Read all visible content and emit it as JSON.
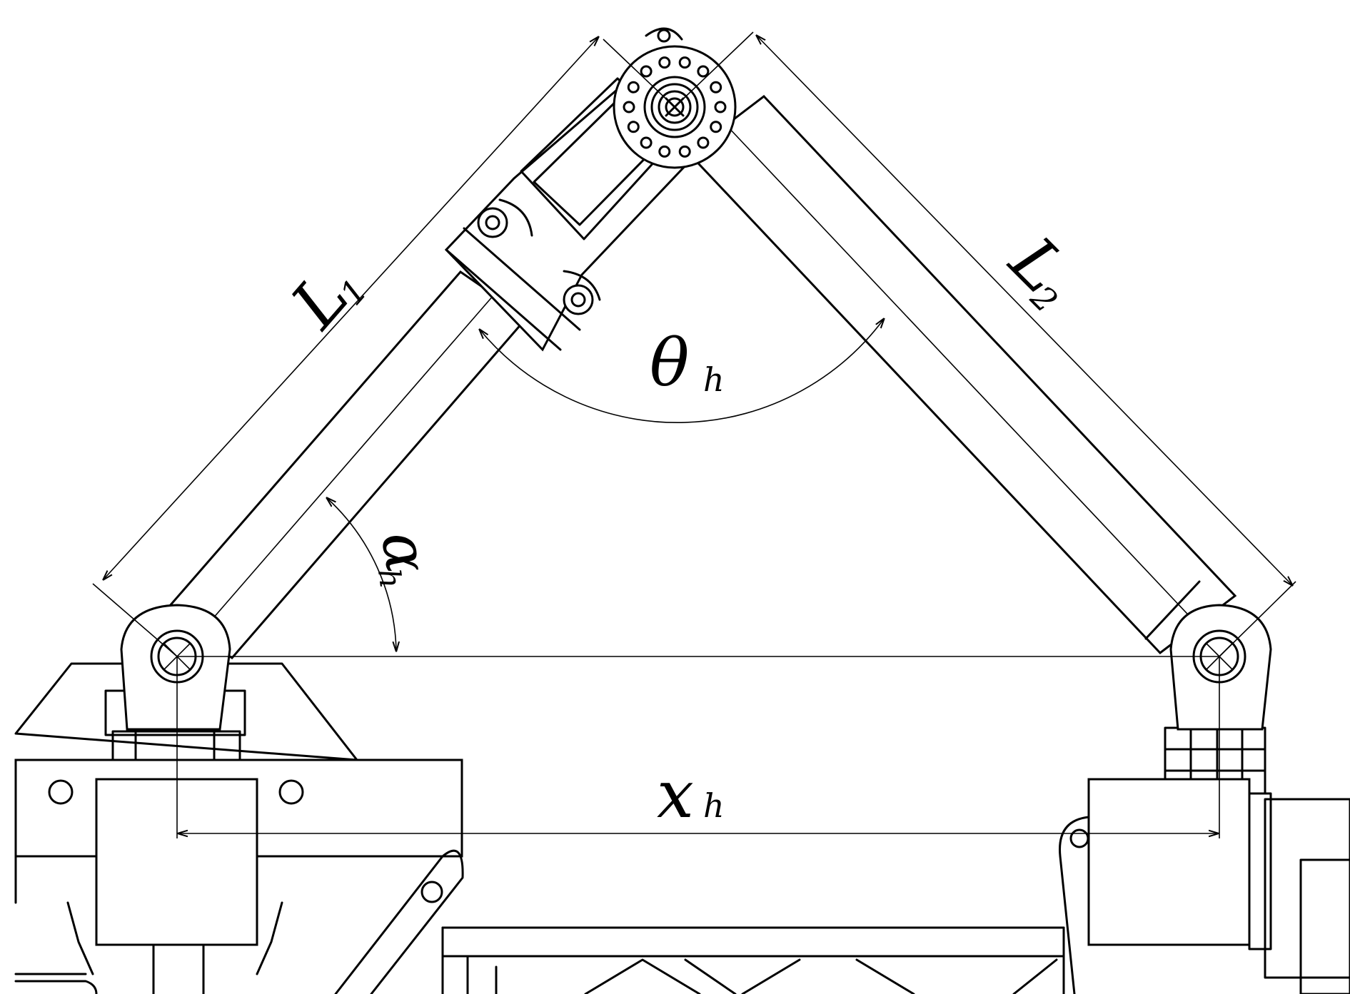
{
  "diagram": {
    "labels": {
      "link1": {
        "main": "L",
        "sub": "1"
      },
      "link2": {
        "main": "L",
        "sub": "2"
      },
      "knee_angle": {
        "main": "θ",
        "sub": "h"
      },
      "hip_angle": {
        "main": "α",
        "sub": "h"
      },
      "span": {
        "main": "x",
        "sub": "h"
      }
    },
    "colors": {
      "line": "#000000",
      "background": "#ffffff"
    }
  }
}
